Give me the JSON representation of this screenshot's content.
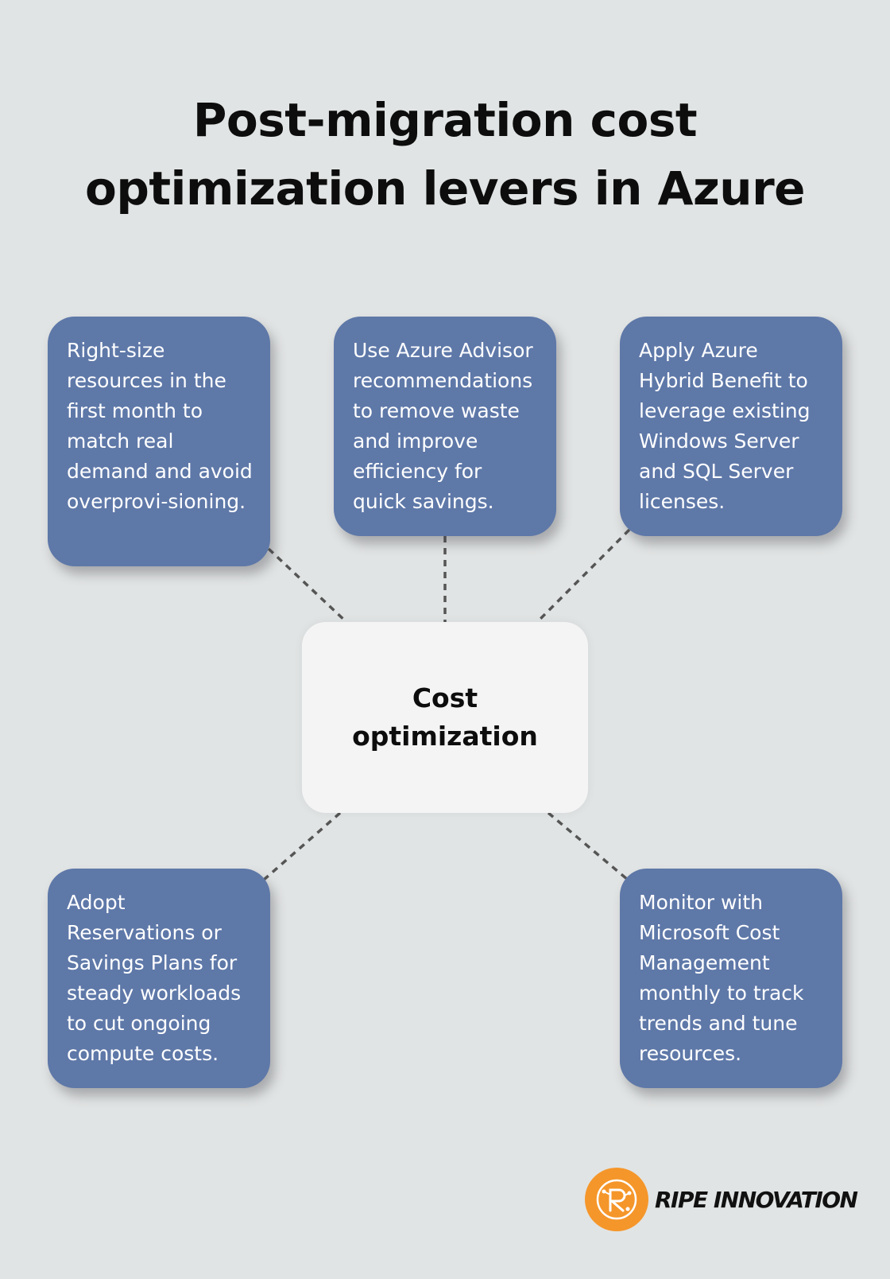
{
  "title": {
    "line1": "Post-migration cost",
    "line2": "optimization levers in Azure"
  },
  "center": {
    "label": "Cost optimization"
  },
  "levers": [
    "Right-size resources in the first month to match real demand and avoid overprovi-sioning.",
    "Use Azure Advisor recommendations to remove waste and improve efficiency for quick savings.",
    "Apply Azure Hybrid Benefit to leverage existing Windows Server and SQL Server licenses.",
    "Adopt Reservations or Savings Plans for steady workloads to cut ongoing compute costs.",
    "Monitor with Microsoft Cost Management monthly to track trends and tune resources."
  ],
  "brand": {
    "name": "RIPE INNOVATION",
    "logo_icon": "ripe-innovation-logo-icon"
  },
  "colors": {
    "background": "#e1e4e4",
    "card": "#5e78a8",
    "center": "#f4f4f5",
    "brand_accent": "#f5962a",
    "connector": "#555555"
  }
}
